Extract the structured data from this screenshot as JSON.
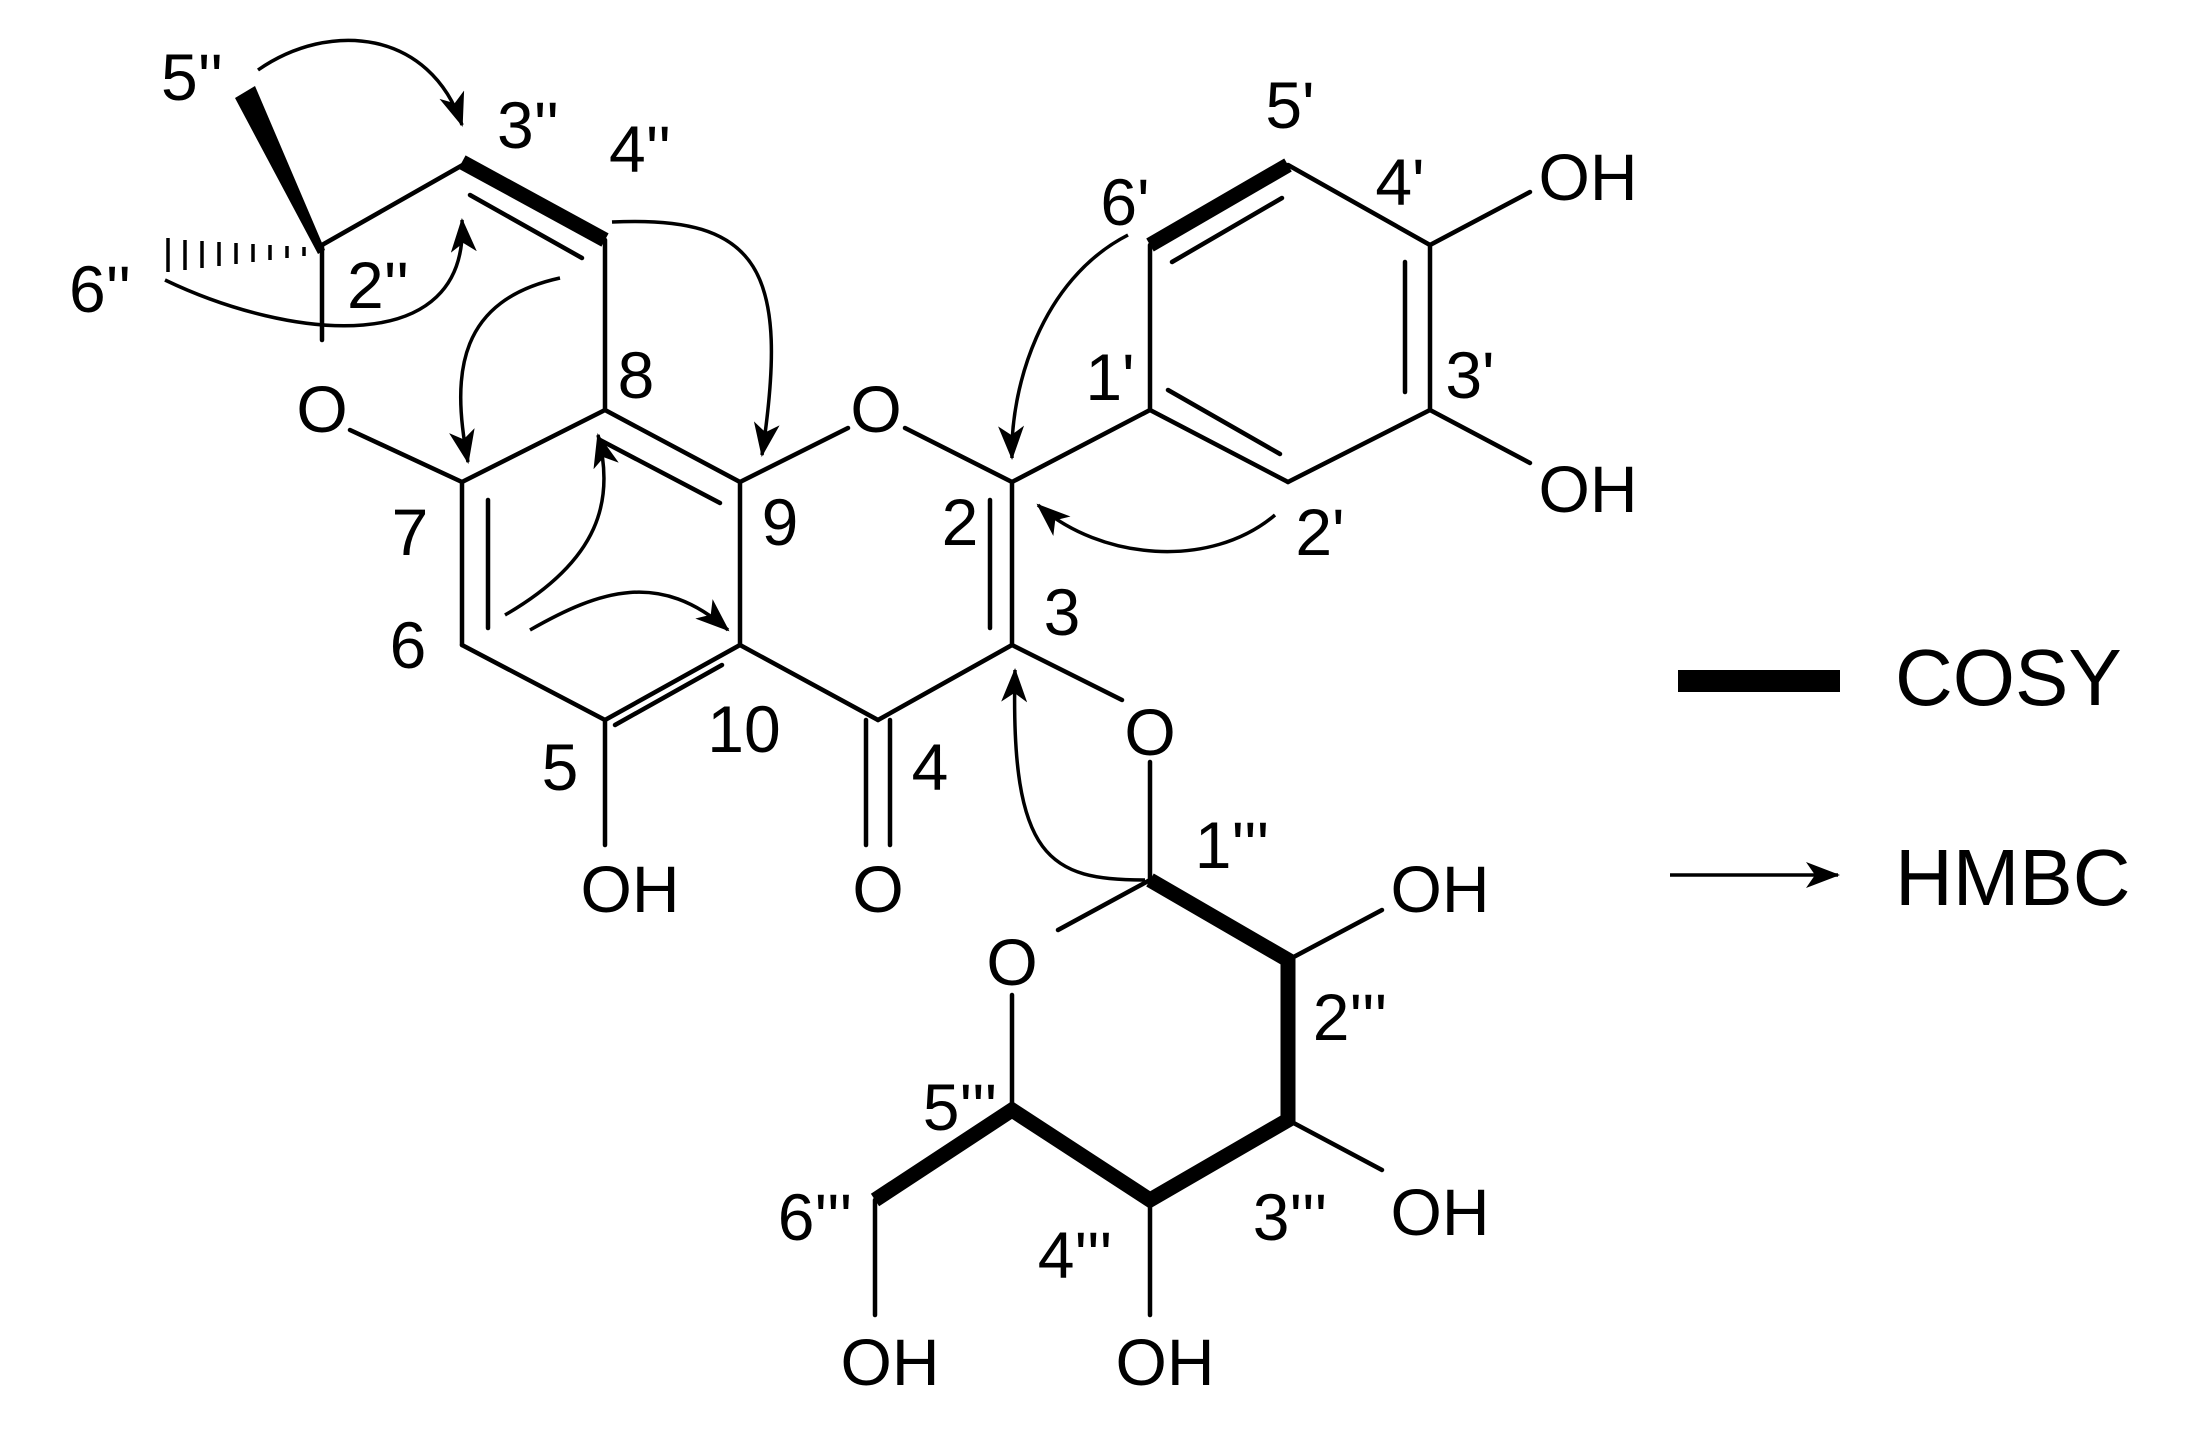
{
  "atoms": {
    "C5pp": "5''",
    "C3pp": "3''",
    "C4pp": "4''",
    "C6pp": "6''",
    "C2pp": "2''",
    "O_pyran": "O",
    "C8": "8",
    "C7": "7",
    "C9": "9",
    "C6": "6",
    "C5": "5",
    "OH5": "OH",
    "C10": "10",
    "O_ketone": "O",
    "C4": "4",
    "O1": "O",
    "C2": "2",
    "C3": "3",
    "O3": "O",
    "C1p": "1'",
    "C2p": "2'",
    "C3p": "3'",
    "C4p": "4'",
    "C5p": "5'",
    "C6p": "6'",
    "OH3p": "OH",
    "OH4p": "OH",
    "C1ppp": "1'''",
    "C2ppp": "2'''",
    "C3ppp": "3'''",
    "C4ppp": "4'''",
    "C5ppp": "5'''",
    "C6ppp": "6'''",
    "O_sugar": "O",
    "OH2ppp": "OH",
    "OH3ppp": "OH",
    "OH4ppp": "OH",
    "OH6ppp": "OH"
  },
  "legend": {
    "cosy_label": "COSY",
    "hmbc_label": "HMBC"
  },
  "colors": {
    "ink": "#000000",
    "background": "#ffffff"
  }
}
